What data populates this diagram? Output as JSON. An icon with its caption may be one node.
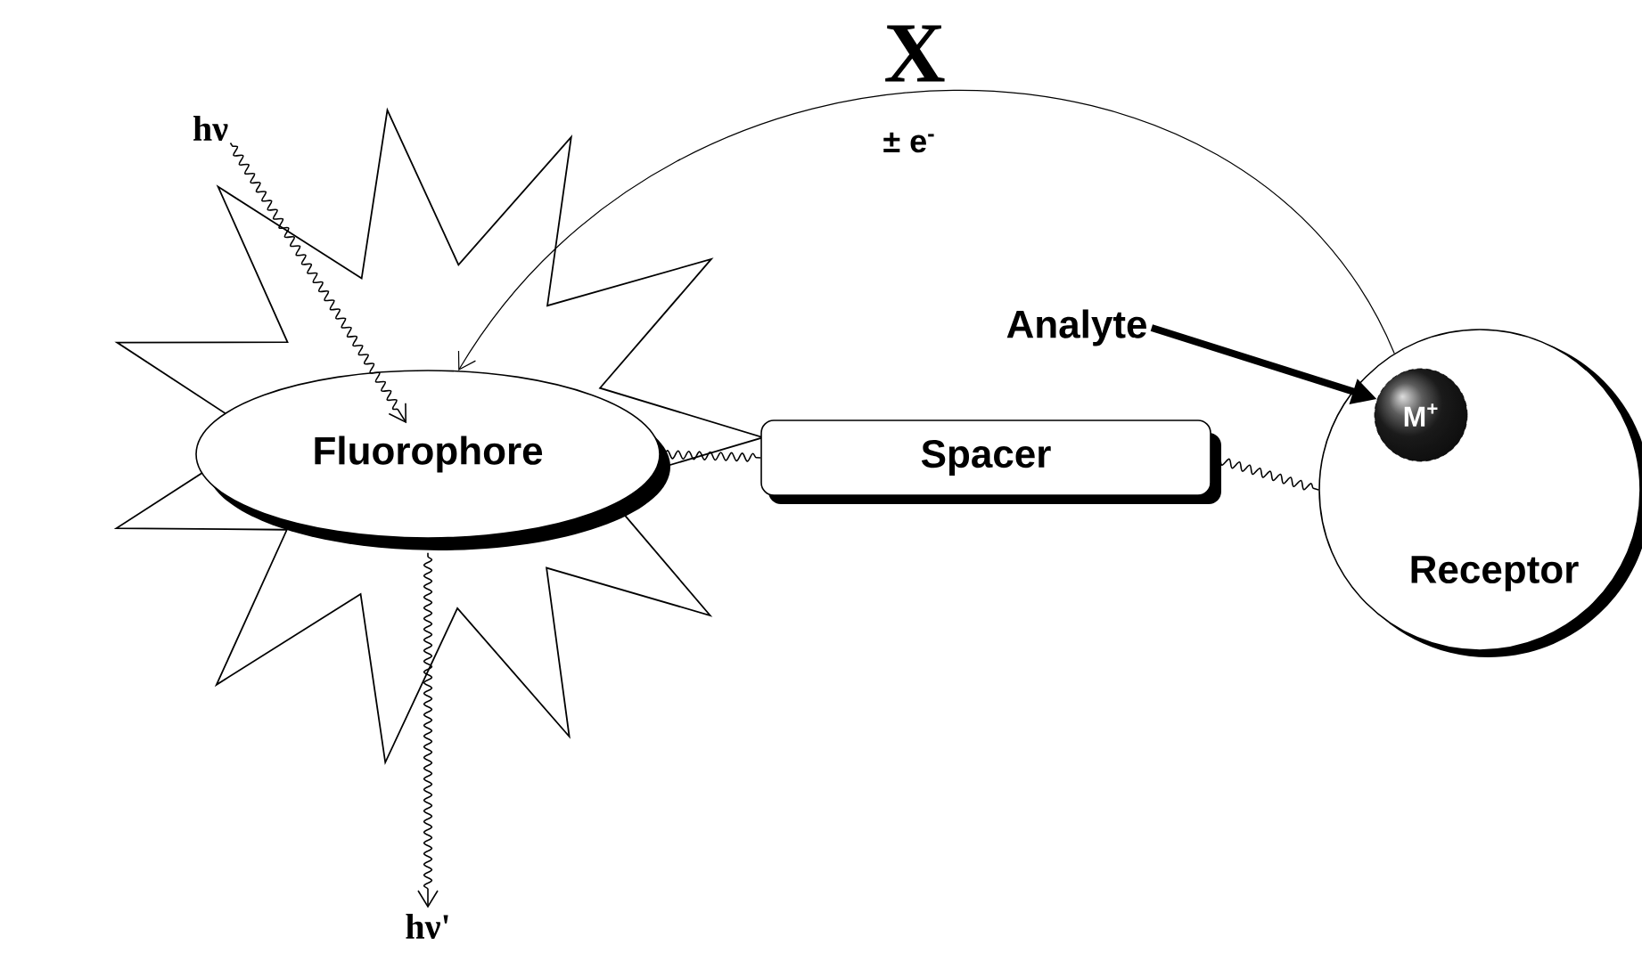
{
  "diagram": {
    "nodes": [
      {
        "text": [],
        "shape": "star"
      },
      {
        "text": [
          "Fluorophore"
        ],
        "in": 0
      },
      {
        "text": [
          "Spacer"
        ]
      },
      {
        "text": [
          "Receptor"
        ]
      },
      {
        "text": [
          "M$^{+}$"
        ],
        "in": 3
      },
      {
        "text": [
          "hν"
        ]
      },
      {
        "text": [
          "hν'"
        ]
      },
      {
        "text": [
          "Analyte"
        ]
      }
    ],
    "edges": [
      {
        "from": 5,
        "to": 1,
        "arrow": "to"
      },
      {
        "from": 1,
        "to": 6,
        "arrow": "to"
      },
      {
        "from": 1,
        "to": 2,
        "arrow": "none"
      },
      {
        "from": 2,
        "to": 3,
        "arrow": "none"
      },
      {
        "from": 3,
        "to": 1,
        "arrow": "to",
        "label": "± e$^{-}$"
      },
      {
        "from": 7,
        "to": 4,
        "arrow": "to",
        "style": "thick"
      }
    ],
    "labels": [
      "X"
    ]
  }
}
